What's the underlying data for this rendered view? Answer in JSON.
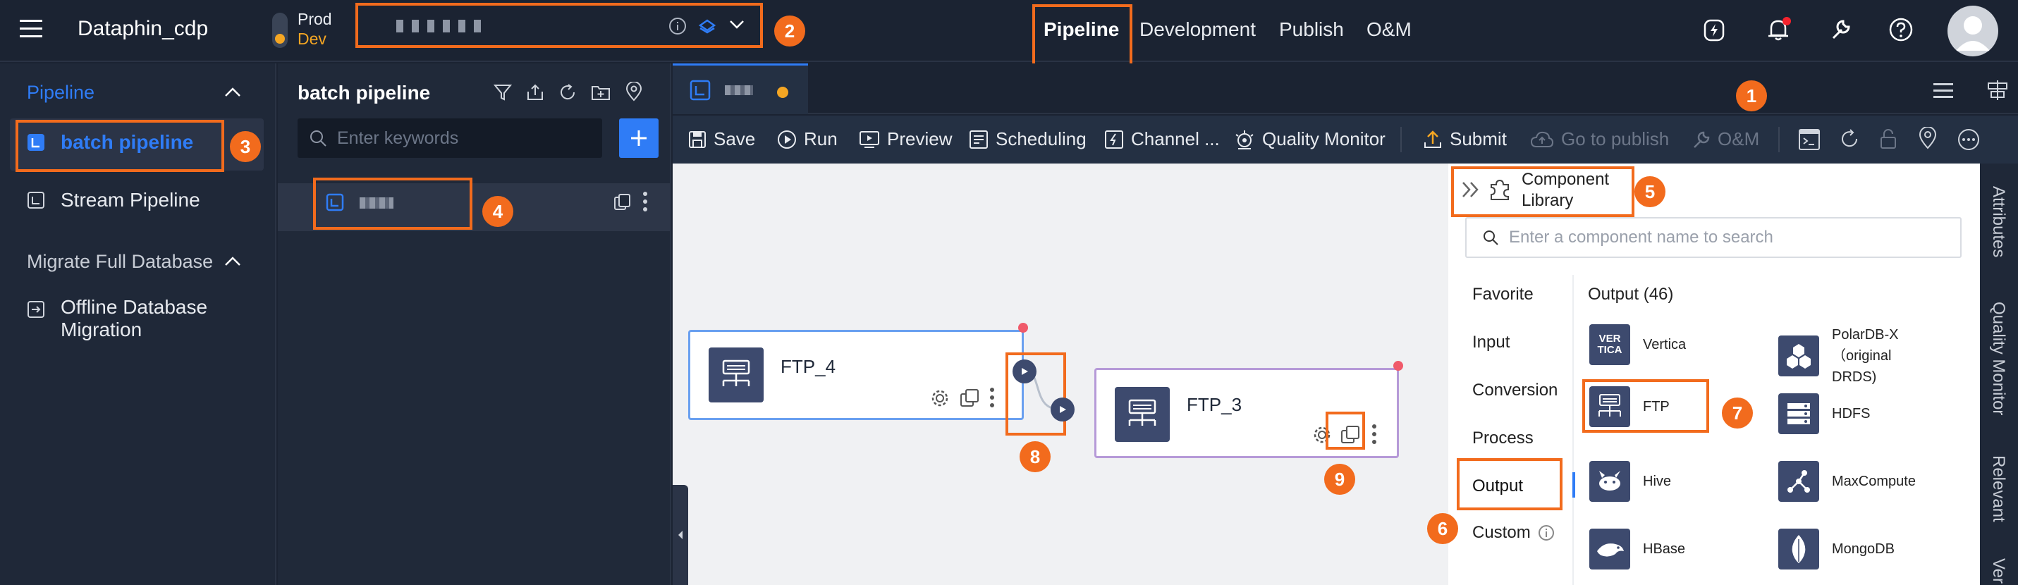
{
  "app": {
    "name": "Dataphin_cdp"
  },
  "env": {
    "prod_label": "Prod",
    "dev_label": "Dev"
  },
  "topnav": {
    "items": [
      "Pipeline",
      "Development",
      "Publish",
      "O&M"
    ]
  },
  "leftnav": {
    "section_title": "Pipeline",
    "items": [
      {
        "label": "batch pipeline"
      },
      {
        "label": "Stream Pipeline"
      }
    ],
    "section2_title": "Migrate Full Database",
    "section2_items": [
      {
        "label": "Offline Database Migration"
      }
    ]
  },
  "tree": {
    "title": "batch pipeline",
    "search_placeholder": "Enter keywords"
  },
  "toolbar": {
    "items": [
      "Save",
      "Run",
      "Preview",
      "Scheduling",
      "Channel ...",
      "Quality Monitor",
      "Submit",
      "Go to publish",
      "O&M"
    ]
  },
  "canvas": {
    "nodes": [
      {
        "title": "FTP_4"
      },
      {
        "title": "FTP_3"
      }
    ]
  },
  "component_library": {
    "title": "Component Library",
    "search_placeholder": "Enter a component name to search",
    "categories": [
      "Favorite",
      "Input",
      "Conversion",
      "Process",
      "Output",
      "Custom"
    ],
    "output_header": "Output (46)",
    "components": [
      {
        "name": "Vertica",
        "logo": "VERTICA",
        "color": "#3d4a6e"
      },
      {
        "name": "PolarDB-X（original DRDS)",
        "logo": "hexagons",
        "color": "#3d4a6e"
      },
      {
        "name": "FTP",
        "logo": "ftp-icon",
        "color": "#3d4a6e"
      },
      {
        "name": "HDFS",
        "logo": "hdfs-icon",
        "color": "#3d4a6e"
      },
      {
        "name": "Hive",
        "logo": "hive-icon",
        "color": "#3d4a6e"
      },
      {
        "name": "MaxCompute",
        "logo": "maxcompute-icon",
        "color": "#3d4a6e"
      },
      {
        "name": "HBase",
        "logo": "hbase-icon",
        "color": "#3d4a6e"
      },
      {
        "name": "MongoDB",
        "logo": "mongodb-icon",
        "color": "#3d4a6e"
      }
    ]
  },
  "right_rail": [
    "Attributes",
    "Quality Monitor",
    "Relevant",
    "Ver"
  ],
  "callouts": [
    "1",
    "2",
    "3",
    "4",
    "5",
    "6",
    "7",
    "8",
    "9"
  ],
  "colors": {
    "accent": "#f26b1d",
    "brand_blue": "#2f7cf6",
    "dark_bg": "#1b2332"
  }
}
